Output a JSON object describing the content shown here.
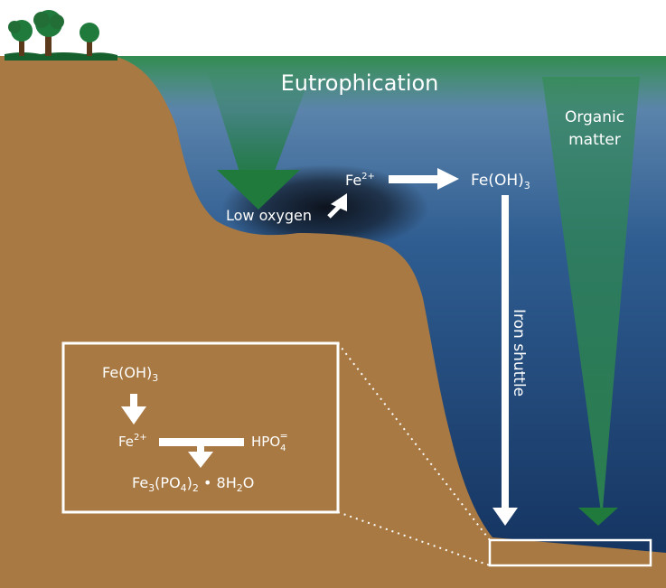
{
  "colors": {
    "water_top": "#5e86ad",
    "water_bottom": "#13325f",
    "land": "#a87943",
    "green": "#1f7a3c",
    "green_dark": "#16602d",
    "tree_trunk": "#5a3a1a",
    "white": "#ffffff"
  },
  "labels": {
    "eutrophication": "Eutrophication",
    "organic_line1": "Organic",
    "organic_line2": "matter",
    "low_oxygen": "Low oxygen",
    "fe2_top_base": "Fe",
    "fe2_top_sup": "2+",
    "feoh3_top_base": "Fe(OH)",
    "feoh3_top_sub": "3",
    "iron_shuttle": "Iron shuttle"
  },
  "inset": {
    "feoh3_base": "Fe(OH)",
    "feoh3_sub": "3",
    "fe2_base": "Fe",
    "fe2_sup": "2+",
    "hpo4_base": "HPO",
    "hpo4_sub": "4",
    "hpo4_sup": "=",
    "product_part1": "Fe",
    "product_sub1": "3",
    "product_part2": "(PO",
    "product_sub2": "4",
    "product_part3": ")",
    "product_sub3": "2",
    "product_dot": " • 8H",
    "product_sub4": "2",
    "product_part4": "O"
  },
  "icons": [
    "tree-icon",
    "arrow-down-icon",
    "arrow-right-icon",
    "arrow-up-right-icon"
  ]
}
